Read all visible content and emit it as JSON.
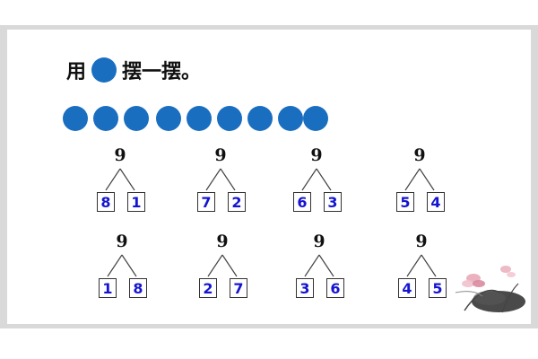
{
  "instruction": {
    "before": "用",
    "after": "摆一摆。"
  },
  "dots_count": 9,
  "colors": {
    "dot": "#1a6ec0",
    "number": "#1515d0",
    "frame": "#d9d9d9"
  },
  "trees": [
    {
      "total": "9",
      "left": "8",
      "right": "1"
    },
    {
      "total": "9",
      "left": "7",
      "right": "2"
    },
    {
      "total": "9",
      "left": "6",
      "right": "3"
    },
    {
      "total": "9",
      "left": "5",
      "right": "4"
    },
    {
      "total": "9",
      "left": "1",
      "right": "8"
    },
    {
      "total": "9",
      "left": "2",
      "right": "7"
    },
    {
      "total": "9",
      "left": "3",
      "right": "6"
    },
    {
      "total": "9",
      "left": "4",
      "right": "5"
    }
  ]
}
